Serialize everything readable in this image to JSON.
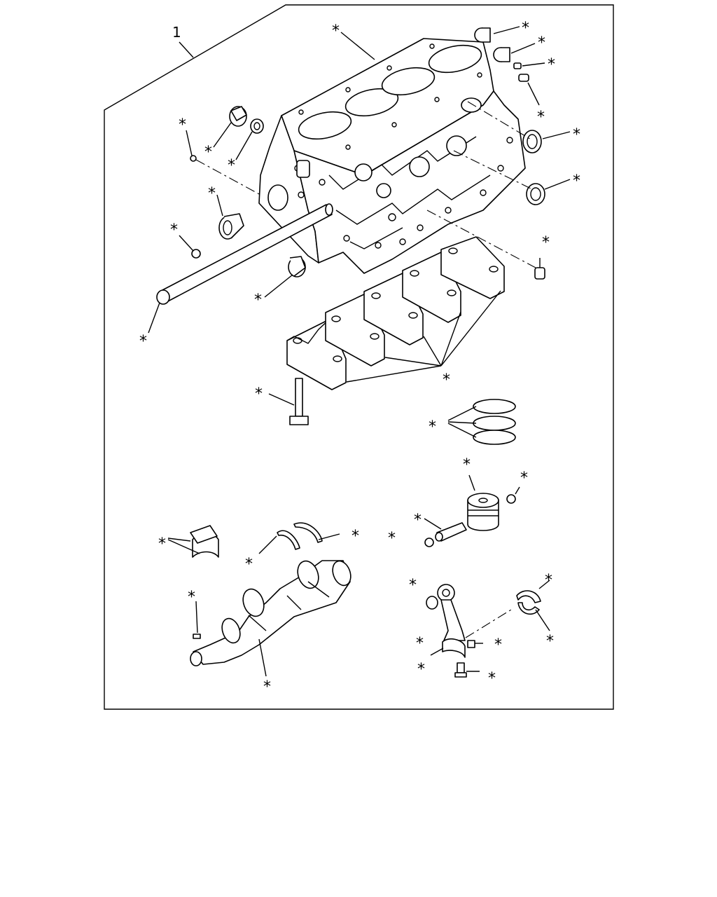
{
  "assembly_number": "1",
  "callout_mark": "⁎",
  "parts": [
    "cylinder-block",
    "expansion-plug-1",
    "expansion-plug-2",
    "dowel-1",
    "dowel-2",
    "rear-seal",
    "front-seal",
    "camshaft-bush-front",
    "seal-small",
    "oil-plug-left-top",
    "camshaft-bush",
    "oil-plug-left-bottom",
    "camshaft-tube",
    "camshaft-bush-lower",
    "oil-jet-bolt",
    "main-bearing-caps",
    "main-cap-bolt",
    "piston-rings",
    "piston",
    "piston-circlip-right",
    "piston-pin",
    "piston-circlip-left",
    "main-bearing-shells",
    "thrust-washer-left",
    "thrust-washer-right",
    "crankshaft",
    "crank-key",
    "conrod-bush",
    "connecting-rod",
    "conrod-bearing-shells",
    "conrod-dowel",
    "conrod-cap",
    "conrod-bolt"
  ]
}
